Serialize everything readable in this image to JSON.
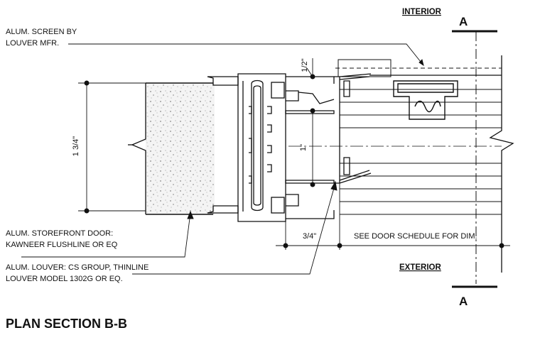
{
  "title": "PLAN SECTION B-B",
  "section_marker": "A",
  "labels": {
    "interior": "INTERIOR",
    "exterior": "EXTERIOR"
  },
  "notes": {
    "screen": [
      "ALUM. SCREEN BY",
      "LOUVER MFR."
    ],
    "door": [
      "ALUM. STOREFRONT DOOR:",
      "KAWNEER FLUSHLINE OR EQ"
    ],
    "louver": [
      "ALUM. LOUVER: CS GROUP, THINLINE",
      "LOUVER MODEL 1302G OR EQ."
    ]
  },
  "dimensions": {
    "door_thickness": "1 3/4\"",
    "half_inch": "1/2\"",
    "one_inch": "1\"",
    "three_quarter": "3/4\"",
    "schedule": "SEE DOOR SCHEDULE FOR DIM."
  }
}
